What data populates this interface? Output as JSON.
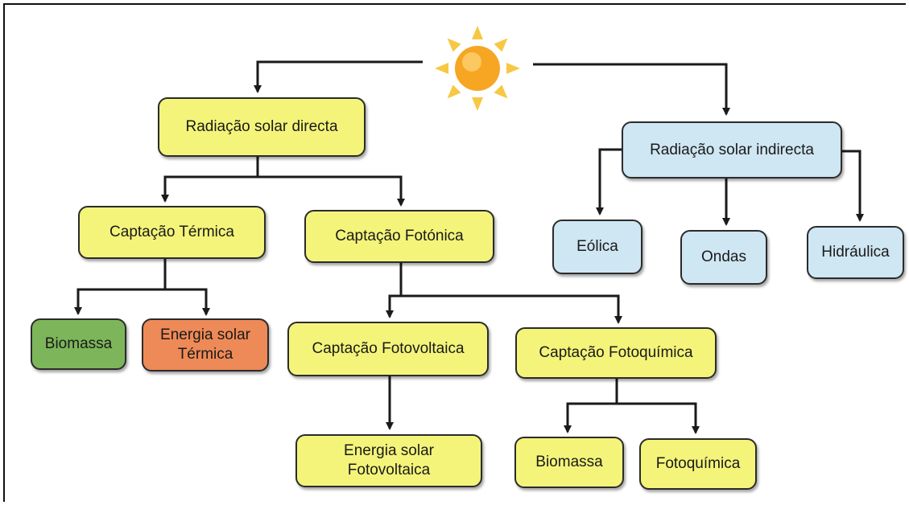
{
  "colors": {
    "direct": "#f4f47a",
    "indirect": "#cfe6f3",
    "biomassa_termica": "#7db65a",
    "energia_termica": "#ee8a57",
    "sun_core": "#f6a623",
    "sun_rays": "#f7c843"
  },
  "icons": {
    "sun": "sun-icon"
  },
  "nodes": {
    "radiacao_directa": "Radiação solar directa",
    "radiacao_indirecta": "Radiação solar indirecta",
    "captacao_termica": "Captação Térmica",
    "captacao_fotonica": "Captação Fotónica",
    "biomassa_1": "Biomassa",
    "energia_termica_l1": "Energia solar",
    "energia_termica_l2": "Térmica",
    "captacao_fotovoltaica": "Captação Fotovoltaica",
    "captacao_fotoquimica": "Captação Fotoquímica",
    "energia_fotovoltaica_l1": "Energia solar",
    "energia_fotovoltaica_l2": "Fotovoltaica",
    "biomassa_2": "Biomassa",
    "fotoquimica": "Fotoquímica",
    "eolica": "Eólica",
    "ondas": "Ondas",
    "hidraulica": "Hidráulica"
  }
}
